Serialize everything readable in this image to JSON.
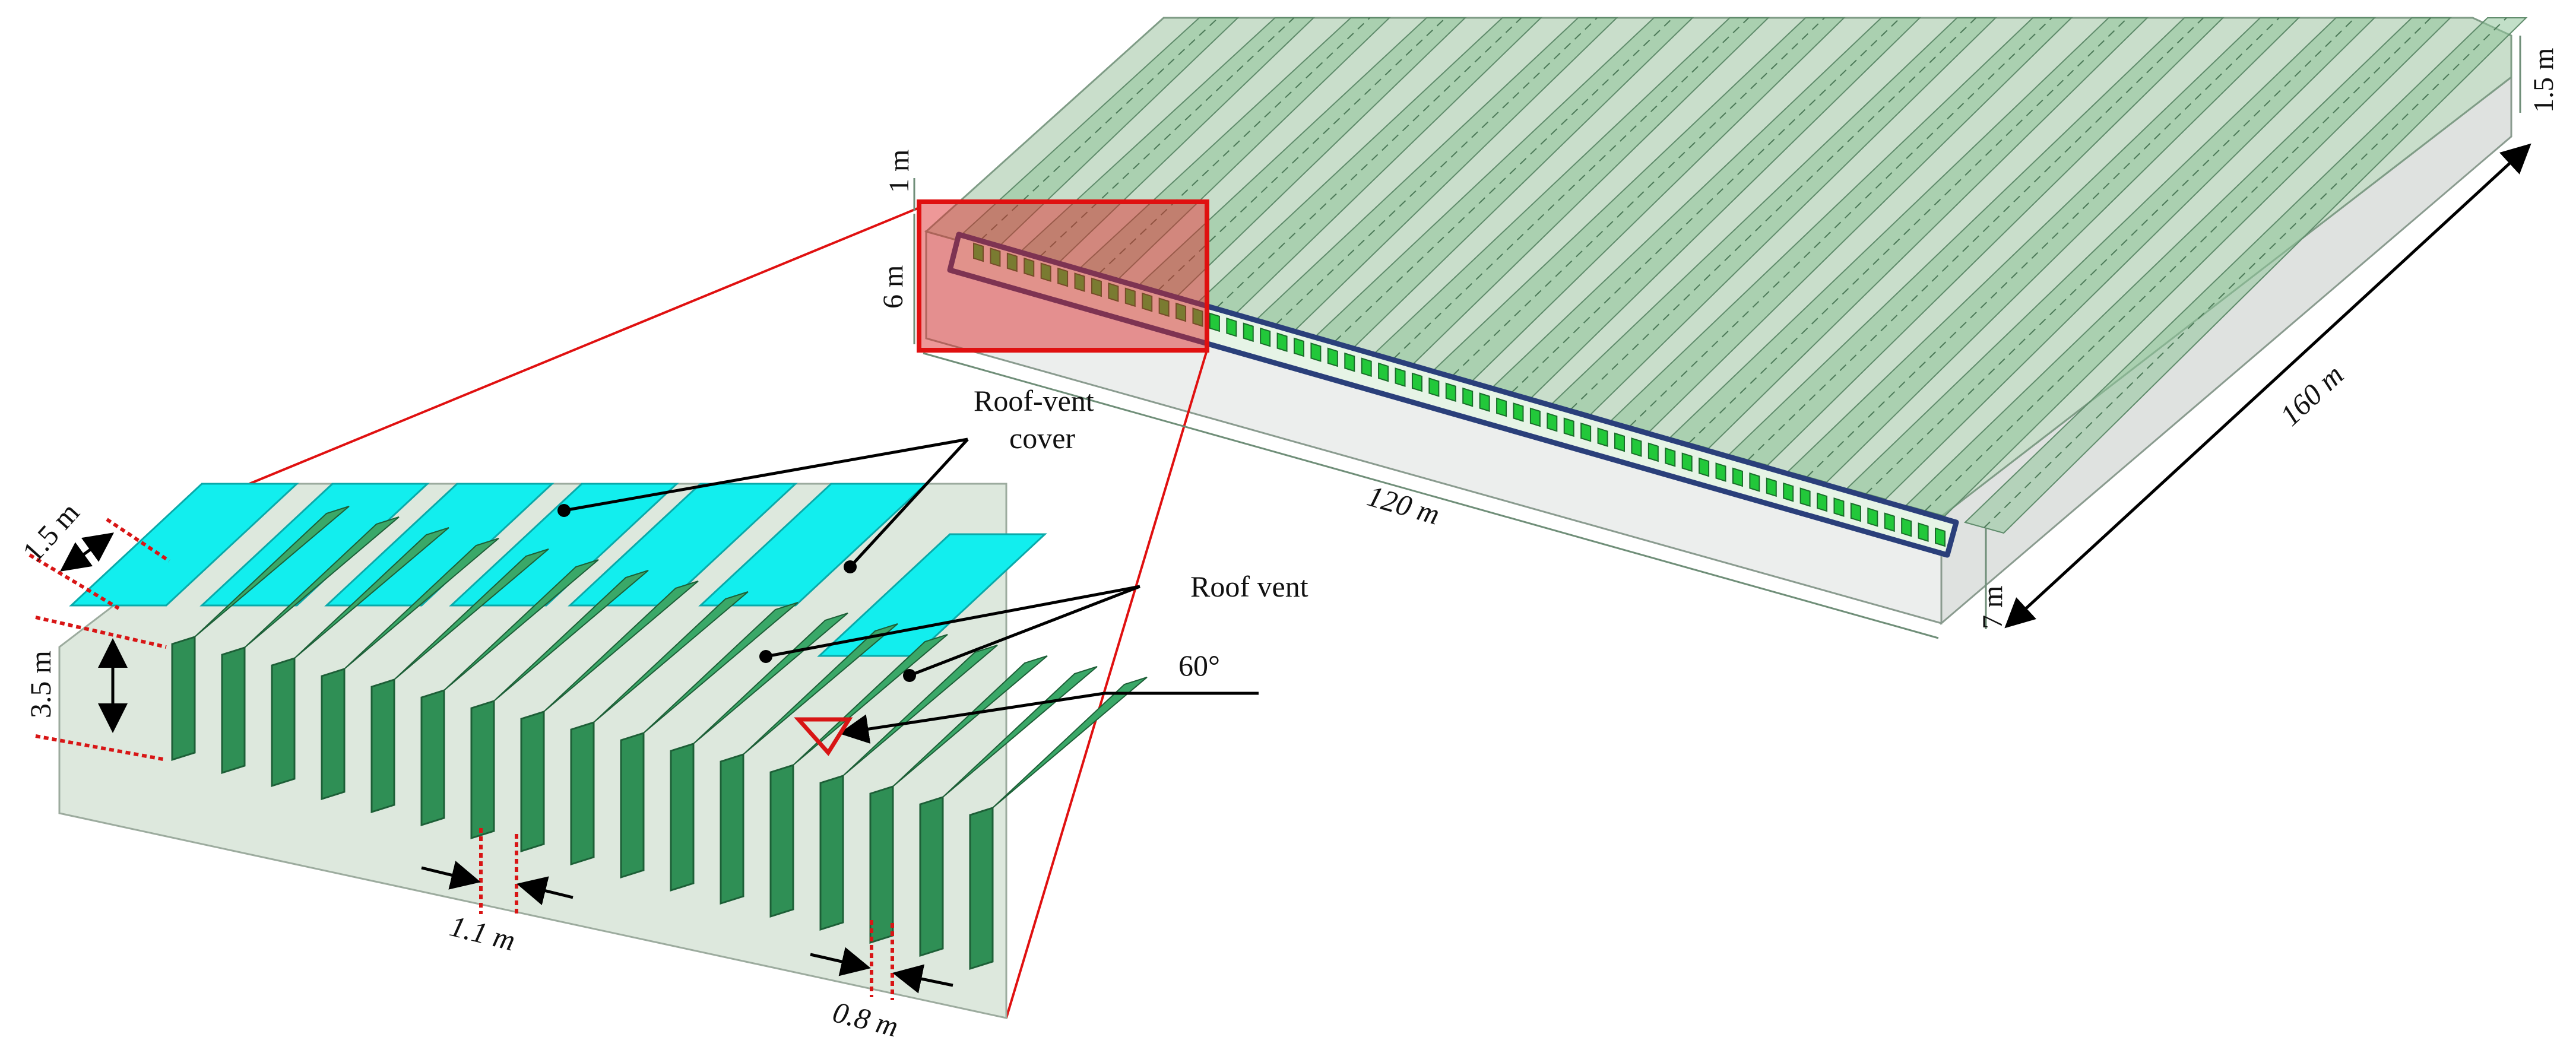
{
  "labels": {
    "roof_vent_cover_line1": "Roof-vent",
    "roof_vent_cover_line2": "cover",
    "roof_vent": "Roof vent",
    "angle": "60°"
  },
  "dimensions": {
    "width": "120  m",
    "length": "160  m",
    "wall_height": "7  m",
    "roof_rise": "1.5  m",
    "roof_vent_top": "1  m",
    "roof_vent_height": "6  m",
    "zoom_cover_width": "1.5  m",
    "zoom_vent_height": "3.5  m",
    "vent_gap": "1.1  m",
    "vent_thickness": "0.8  m"
  },
  "colors": {
    "roof_green": "#8fc49a",
    "vent_green": "#2f8f55",
    "vent_bright": "#22c83a",
    "cover_cyan": "#12eeee",
    "highlight_red": "#e01010",
    "outline_blue": "#2a3f7a",
    "wall_grey": "#e9ebea",
    "zoom_bg": "#dde8dd"
  }
}
